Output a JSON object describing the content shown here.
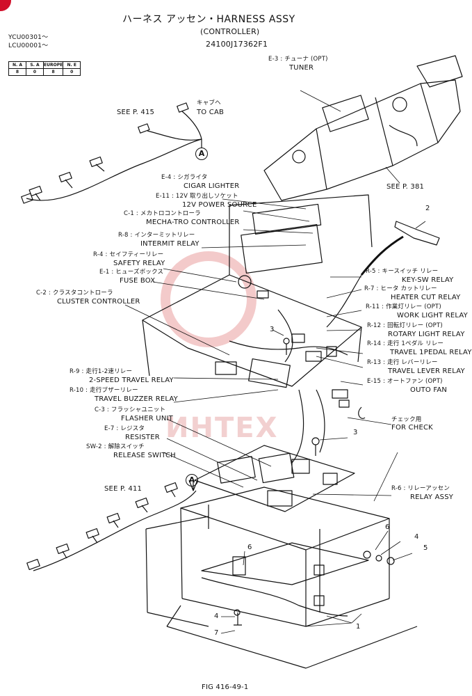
{
  "header": {
    "title": "ハーネス アッセン・HARNESS ASSY",
    "subtitle": "(CONTROLLER)",
    "part_number": "24100J17362F1",
    "serials": [
      "YCU00301～",
      "LCU00001～"
    ],
    "model_table": {
      "headers": [
        "N. A",
        "S. A",
        "EUROPE",
        "N. E"
      ],
      "values": [
        "8",
        "0",
        "8",
        "0"
      ]
    }
  },
  "references": {
    "see_p415": "SEE P. 415",
    "to_cab_jp": "キャブヘ",
    "to_cab": "TO CAB",
    "see_p381": "SEE P. 381",
    "see_p411": "SEE P. 411",
    "marker_a": "A",
    "for_check_jp": "チェック用",
    "for_check": "FOR CHECK"
  },
  "callouts": [
    {
      "code": "E-3 : チューナ (OPT)",
      "name": "TUNER"
    },
    {
      "code": "E-4 : シガライタ",
      "name": "CIGAR LIGHTER"
    },
    {
      "code": "E-11 : 12V 取り出しソケット",
      "name": "12V POWER SOURCE"
    },
    {
      "code": "C-1 : メカトロコントローラ",
      "name": "MECHA-TRO CONTROLLER"
    },
    {
      "code": "R-8 : インターミットリレー",
      "name": "INTERMIT RELAY"
    },
    {
      "code": "R-4 : セイフティーリレー",
      "name": "SAFETY RELAY"
    },
    {
      "code": "E-1 : ヒューズボックス",
      "name": "FUSE BOX"
    },
    {
      "code": "C-2 : クラスタコントローラ",
      "name": "CLUSTER CONTROLLER"
    },
    {
      "code": "R-5 : キースイッチ リレー",
      "name": "KEY-SW RELAY"
    },
    {
      "code": "R-7 : ヒータ カットリレー",
      "name": "HEATER CUT RELAY"
    },
    {
      "code": "R-11 : 作業灯リレー (OPT)",
      "name": "WORK LIGHT RELAY"
    },
    {
      "code": "R-12 : 回転灯リレー (OPT)",
      "name": "ROTARY LIGHT RELAY"
    },
    {
      "code": "R-14 : 走行 1ペダル リレー",
      "name": "TRAVEL 1PEDAL RELAY"
    },
    {
      "code": "R-13 : 走行 レバーリレー",
      "name": "TRAVEL LEVER RELAY"
    },
    {
      "code": "E-15 : オートファン (OPT)",
      "name": "OUTO FAN"
    },
    {
      "code": "R-9 : 走行1-2速リレー",
      "name": "2-SPEED TRAVEL RELAY"
    },
    {
      "code": "R-10 : 走行ブザーリレー",
      "name": "TRAVEL BUZZER RELAY"
    },
    {
      "code": "C-3 : フラッシャユニット",
      "name": "FLASHER UNIT"
    },
    {
      "code": "E-7 : レジスタ",
      "name": "RESISTER"
    },
    {
      "code": "SW-2 : 解除スイッチ",
      "name": "RELEASE SWITCH"
    },
    {
      "code": "R-6 : リレーアッセン",
      "name": "RELAY ASSY"
    }
  ],
  "item_numbers": [
    "2",
    "3",
    "3",
    "6",
    "4",
    "5",
    "6",
    "4",
    "7",
    "1"
  ],
  "figure_label": "FIG 416-49-1",
  "watermark": "ИНТЕХ",
  "colors": {
    "ink": "#111111",
    "watermark": "#f2d0d0",
    "corner": "#d10f2a"
  }
}
